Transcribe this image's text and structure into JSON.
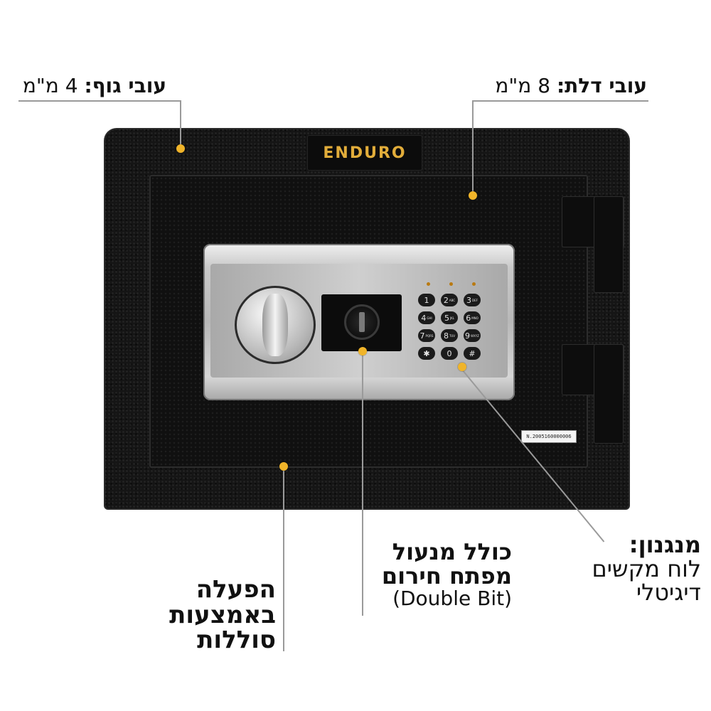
{
  "brand": {
    "logo_text": "ENDURO",
    "logo_color": "#e2ad3a"
  },
  "callouts": {
    "body_thickness": {
      "title": "עובי גוף:",
      "value": "4 מ\"מ"
    },
    "door_thickness": {
      "title": "עובי דלת:",
      "value": "8 מ\"מ"
    },
    "mechanism": {
      "title": "מנגנון:",
      "line1": "לוח מקשים",
      "line2": "דיגיטלי"
    },
    "emergency_key": {
      "line1": "כולל מנעול",
      "line2": "מפתח חירום",
      "line3": "(Double Bit)"
    },
    "bolts": {
      "line1": "הפעלה",
      "line2": "באמצעות",
      "line3": "סוללות"
    }
  },
  "keypad": {
    "keys": [
      {
        "main": "1",
        "sub": ""
      },
      {
        "main": "2",
        "sub": "ABC"
      },
      {
        "main": "3",
        "sub": "DEF"
      },
      {
        "main": "4",
        "sub": "GHI"
      },
      {
        "main": "5",
        "sub": "JKL"
      },
      {
        "main": "6",
        "sub": "MNO"
      },
      {
        "main": "7",
        "sub": "PQRS"
      },
      {
        "main": "8",
        "sub": "TUV"
      },
      {
        "main": "9",
        "sub": "WXYZ"
      },
      {
        "main": "✱",
        "sub": ""
      },
      {
        "main": "0",
        "sub": ""
      },
      {
        "main": "#",
        "sub": ""
      }
    ]
  },
  "serial_label": "N.2005160000006",
  "colors": {
    "accent_dot": "#f0b429",
    "safe_body": "#151515",
    "leader_line": "#9a9a9a"
  }
}
